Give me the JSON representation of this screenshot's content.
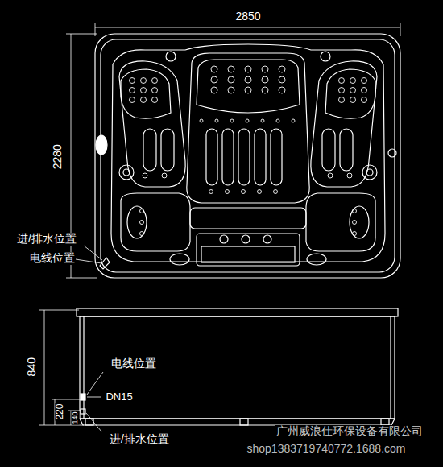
{
  "diagram": {
    "labels": [
      "2850",
      "2280",
      "进/排水位置",
      "电线位置",
      "840",
      "电线位置",
      "DN15",
      "220",
      "140",
      "进/排水位置",
      "广州威浪仕环保设备有限公司",
      "shop1383719740772.1688.com"
    ]
  }
}
